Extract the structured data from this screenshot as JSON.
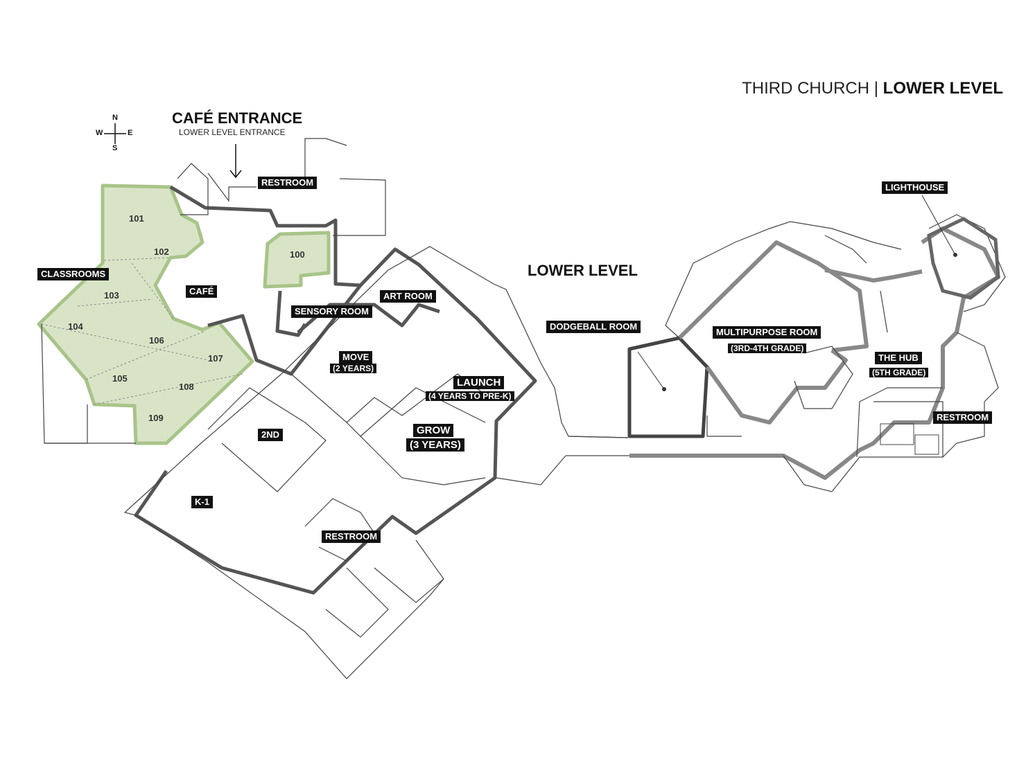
{
  "header": {
    "building": "THIRD CHURCH | ",
    "level": "LOWER LEVEL"
  },
  "entrance": {
    "title": "CAFÉ ENTRANCE",
    "subtitle": "LOWER LEVEL ENTRANCE"
  },
  "level_label": "LOWER LEVEL",
  "compass": {
    "n": "N",
    "s": "S",
    "e": "E",
    "w": "W"
  },
  "colors": {
    "classroom_fill": "#d9e4c7",
    "classroom_stroke": "#a8c489",
    "wall": "#555555",
    "wall_light": "#9a9a9a",
    "tag_bg": "#111111"
  },
  "labels": {
    "restroom_top": "RESTROOM",
    "classrooms": "CLASSROOMS",
    "cafe": "CAFÉ",
    "sensory_room": "SENSORY ROOM",
    "art_room": "ART ROOM",
    "move": "MOVE",
    "move_sub": "(2 YEARS)",
    "launch": "LAUNCH",
    "launch_sub": "(4 YEARS TO PRE-K)",
    "grow": "GROW",
    "grow_sub": "(3 YEARS)",
    "second": "2ND",
    "k1": "K-1",
    "restroom_bottom": "RESTROOM",
    "dodgeball_room": "DODGEBALL ROOM",
    "multipurpose_room": "MULTIPURPOSE ROOM",
    "multipurpose_sub": "(3RD-4TH GRADE)",
    "lighthouse": "LIGHTHOUSE",
    "the_hub": "THE HUB",
    "the_hub_sub": "(5TH GRADE)",
    "restroom_right": "RESTROOM"
  },
  "rooms": {
    "r100": "100",
    "r101": "101",
    "r102": "102",
    "r103": "103",
    "r104": "104",
    "r105": "105",
    "r106": "106",
    "r107": "107",
    "r108": "108",
    "r109": "109"
  }
}
